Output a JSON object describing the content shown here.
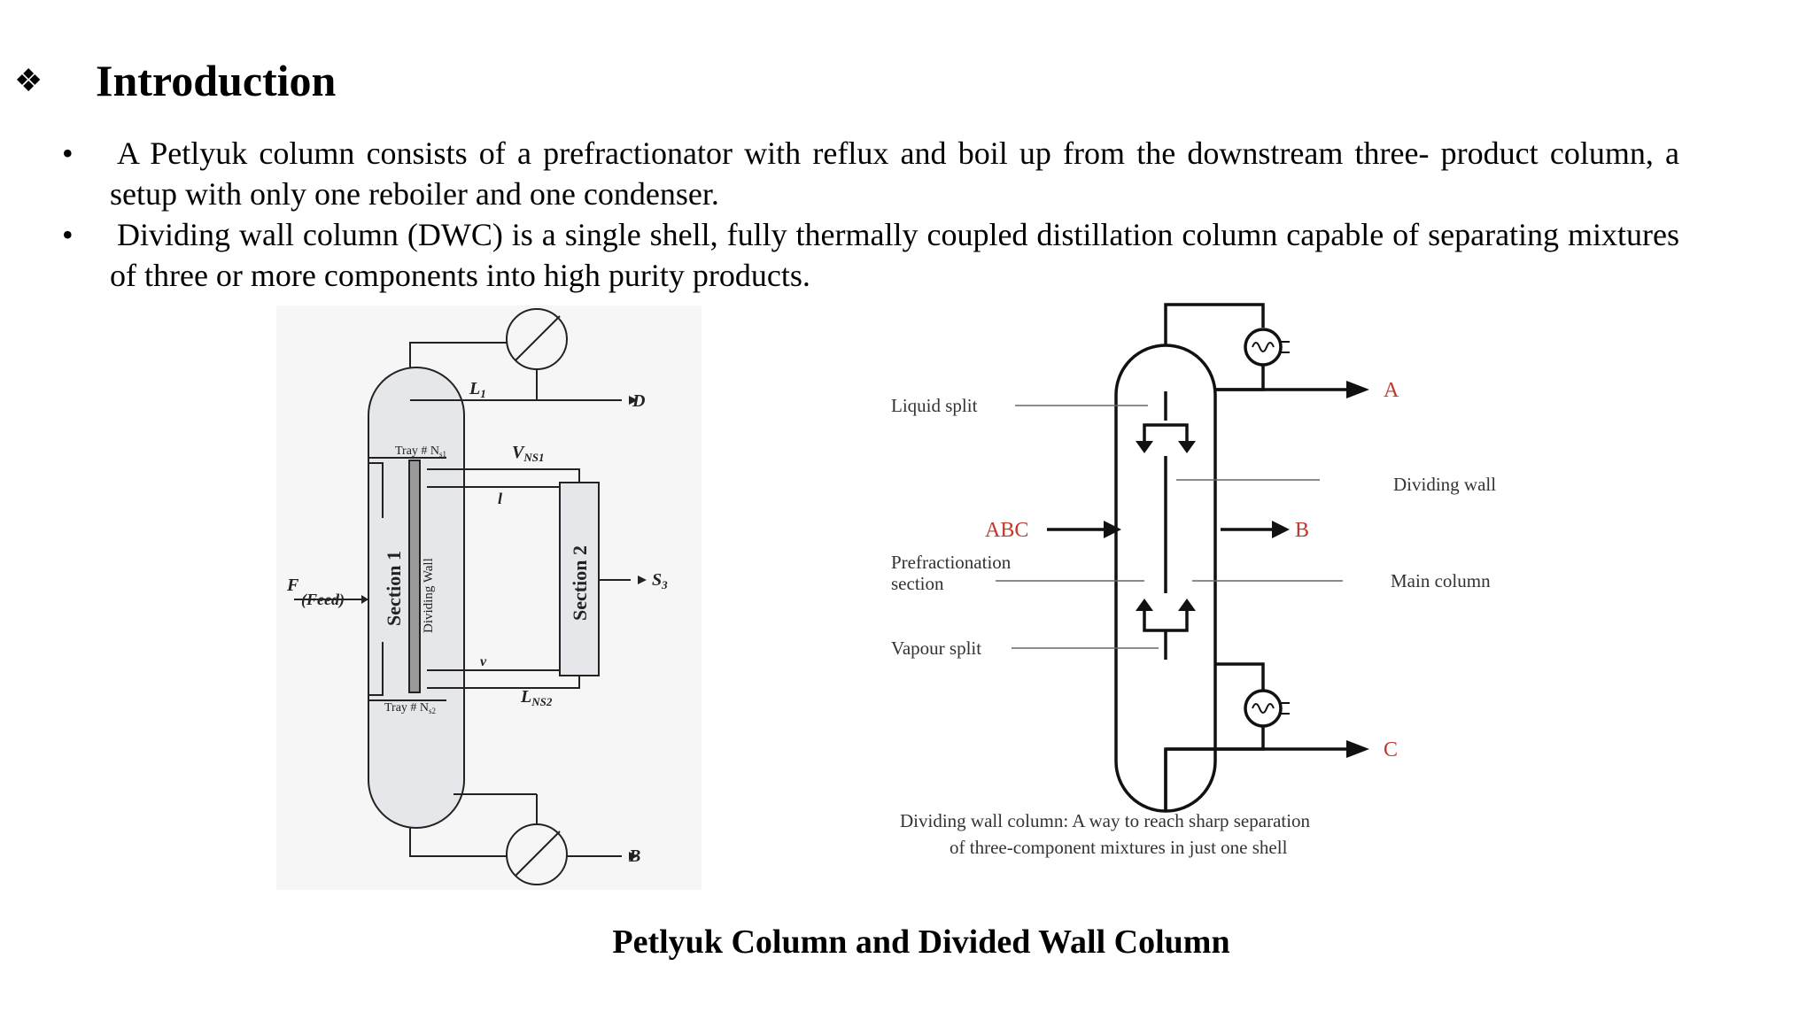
{
  "heading": {
    "icon": "four-diamond-icon",
    "text": "Introduction"
  },
  "bullets": [
    "A Petlyuk column consists of a prefractionator with reflux and boil up from the downstream three- product column, a setup with only one reboiler and one condenser.",
    "Dividing wall column (DWC) is a single shell, fully thermally coupled distillation column capable of separating mixtures of three or more components into high purity products."
  ],
  "petlyuk": {
    "L1": "L",
    "L1_sub": "1",
    "D": "D",
    "VNS1": "V",
    "VNS1_sub": "NS1",
    "l": "l",
    "tray_top": "Tray # N",
    "tray_top_sub": "s1",
    "F": "F",
    "feed": "(Feed)",
    "section1": "Section 1",
    "dividing_wall": "Dividing Wall",
    "section2": "Section 2",
    "S3": "S",
    "S3_sub": "3",
    "v": "v",
    "LNS2": "L",
    "LNS2_sub": "NS2",
    "tray_bottom": "Tray # N",
    "tray_bottom_sub": "s2",
    "B": "B"
  },
  "dwc": {
    "liquid_split": "Liquid split",
    "A": "A",
    "dividing_wall": "Dividing wall",
    "ABC": "ABC",
    "B": "B",
    "prefractionation_1": "Prefractionation",
    "prefractionation_2": "section",
    "main_column": "Main column",
    "vapour_split": "Vapour split",
    "C": "C",
    "caption_1": "Dividing wall column: A way to reach sharp separation",
    "caption_2": "of three-component mixtures in just one shell",
    "accent": "#c0392b"
  },
  "caption": "Petlyuk Column and Divided Wall Column"
}
